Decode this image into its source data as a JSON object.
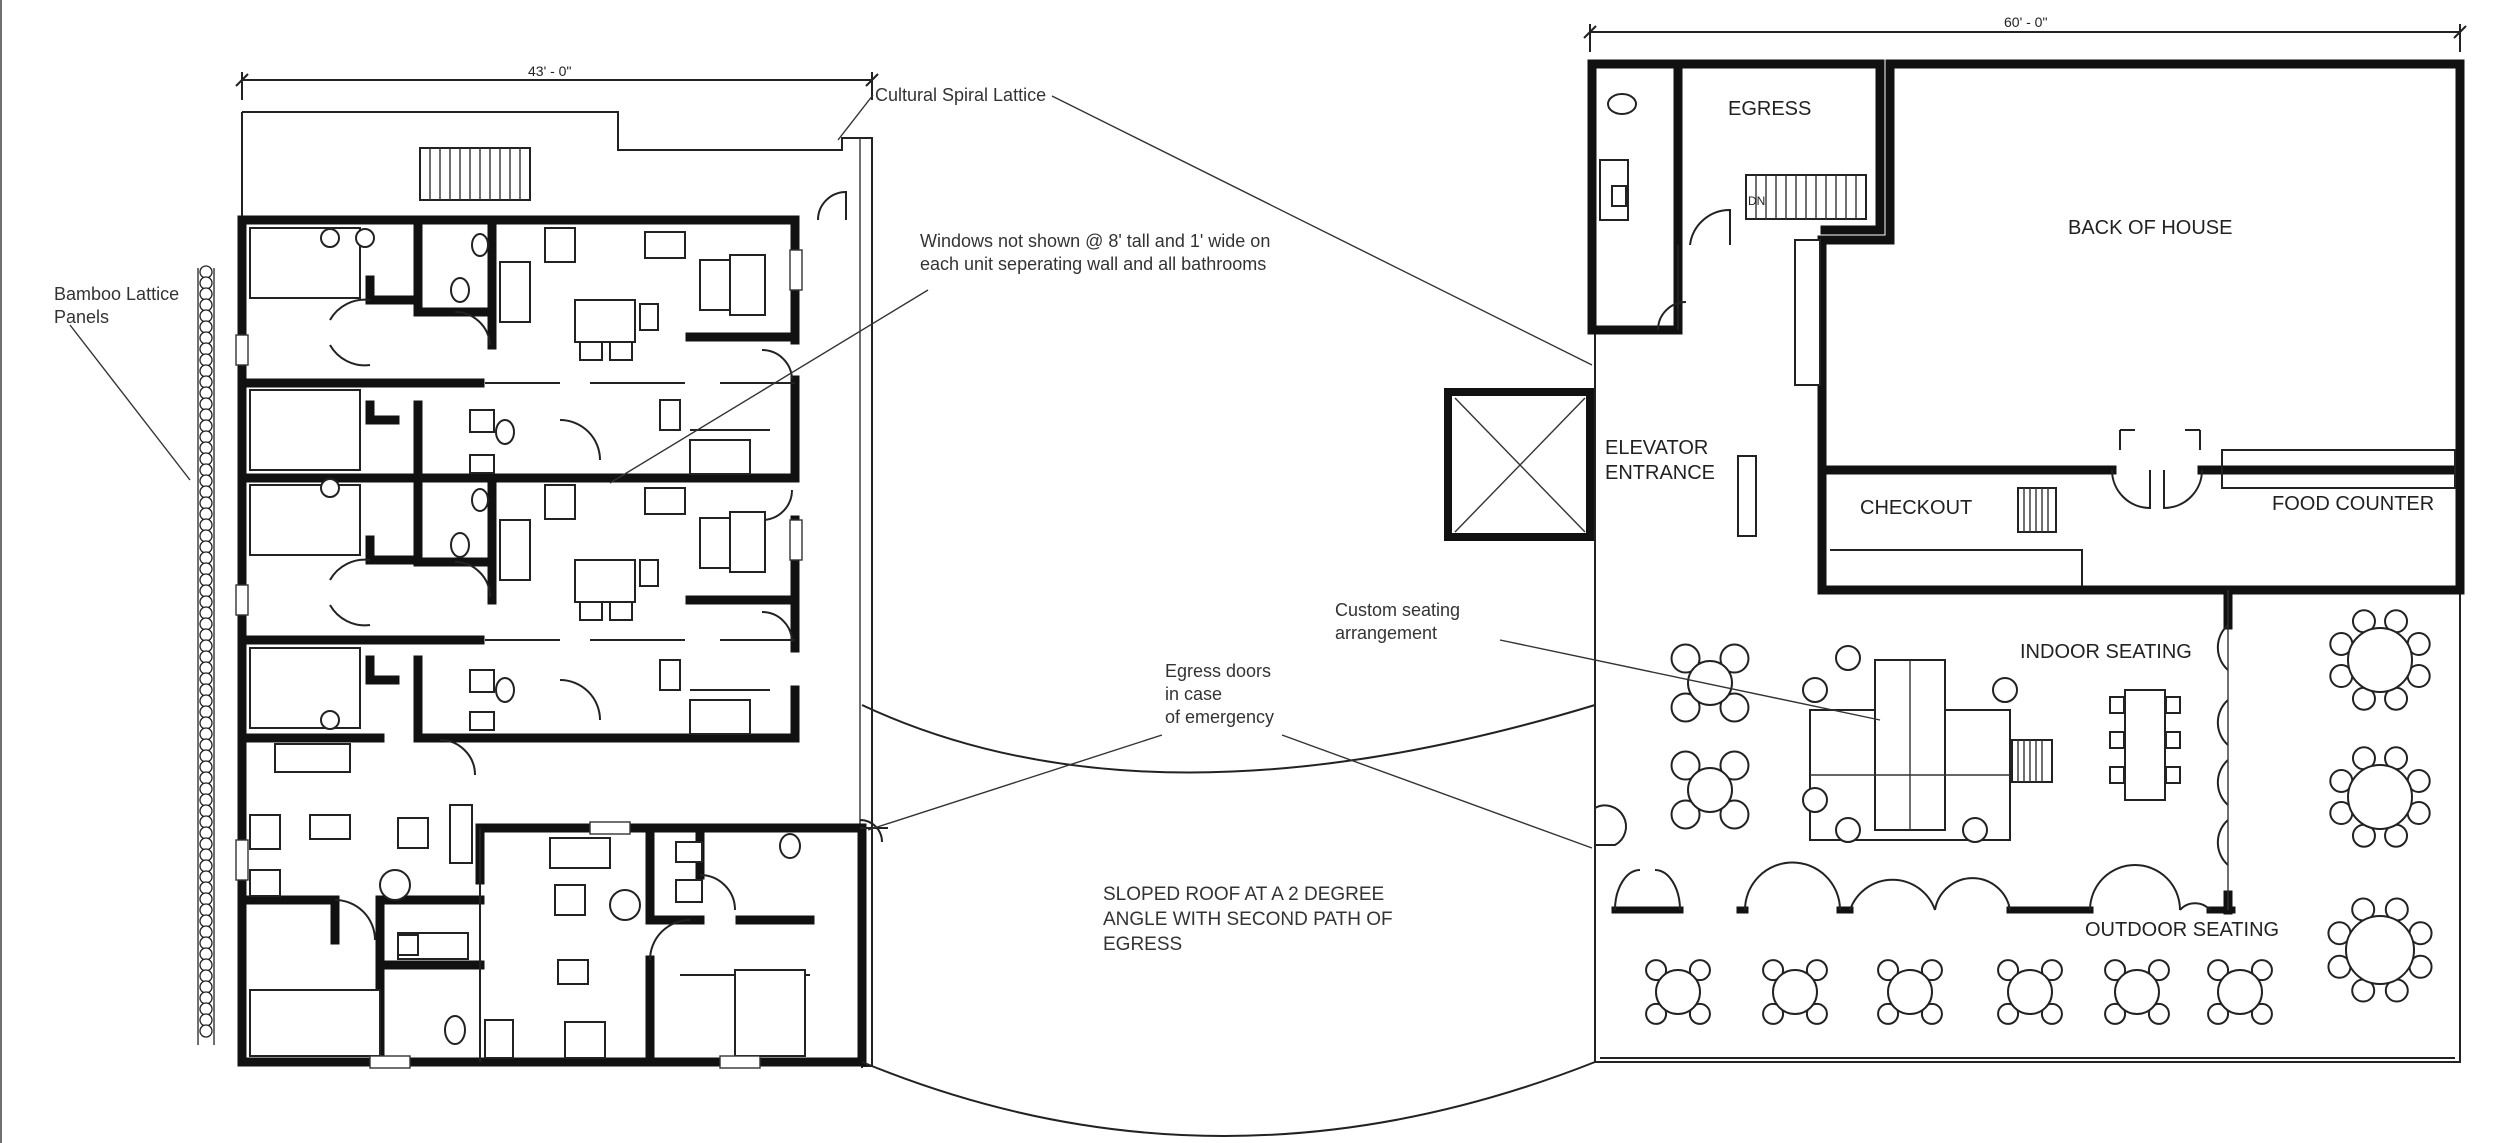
{
  "dimensions": {
    "left_building": "43' - 0\"",
    "right_building": "60' - 0\""
  },
  "notes": {
    "cultural_lattice": "Cultural Spiral Lattice",
    "bamboo_line1": "Bamboo Lattice",
    "bamboo_line2": "Panels",
    "windows_line1": "Windows not shown @ 8' tall and 1' wide on",
    "windows_line2": "each unit seperating wall and all bathrooms",
    "custom_line1": "Custom seating",
    "custom_line2": "arrangement",
    "egress_line1": "Egress doors",
    "egress_line2": "in case",
    "egress_line3": "of emergency",
    "roof_line1": "SLOPED ROOF AT A 2 DEGREE",
    "roof_line2": "ANGLE WITH SECOND PATH OF",
    "roof_line3": "EGRESS"
  },
  "rooms": {
    "egress": "EGRESS",
    "back_of_house": "BACK OF HOUSE",
    "elevator_line1": "ELEVATOR",
    "elevator_line2": "ENTRANCE",
    "checkout": "CHECKOUT",
    "food_counter": "FOOD COUNTER",
    "indoor_seating": "INDOOR SEATING",
    "outdoor_seating": "OUTDOOR SEATING",
    "stair_dn": "DN"
  }
}
